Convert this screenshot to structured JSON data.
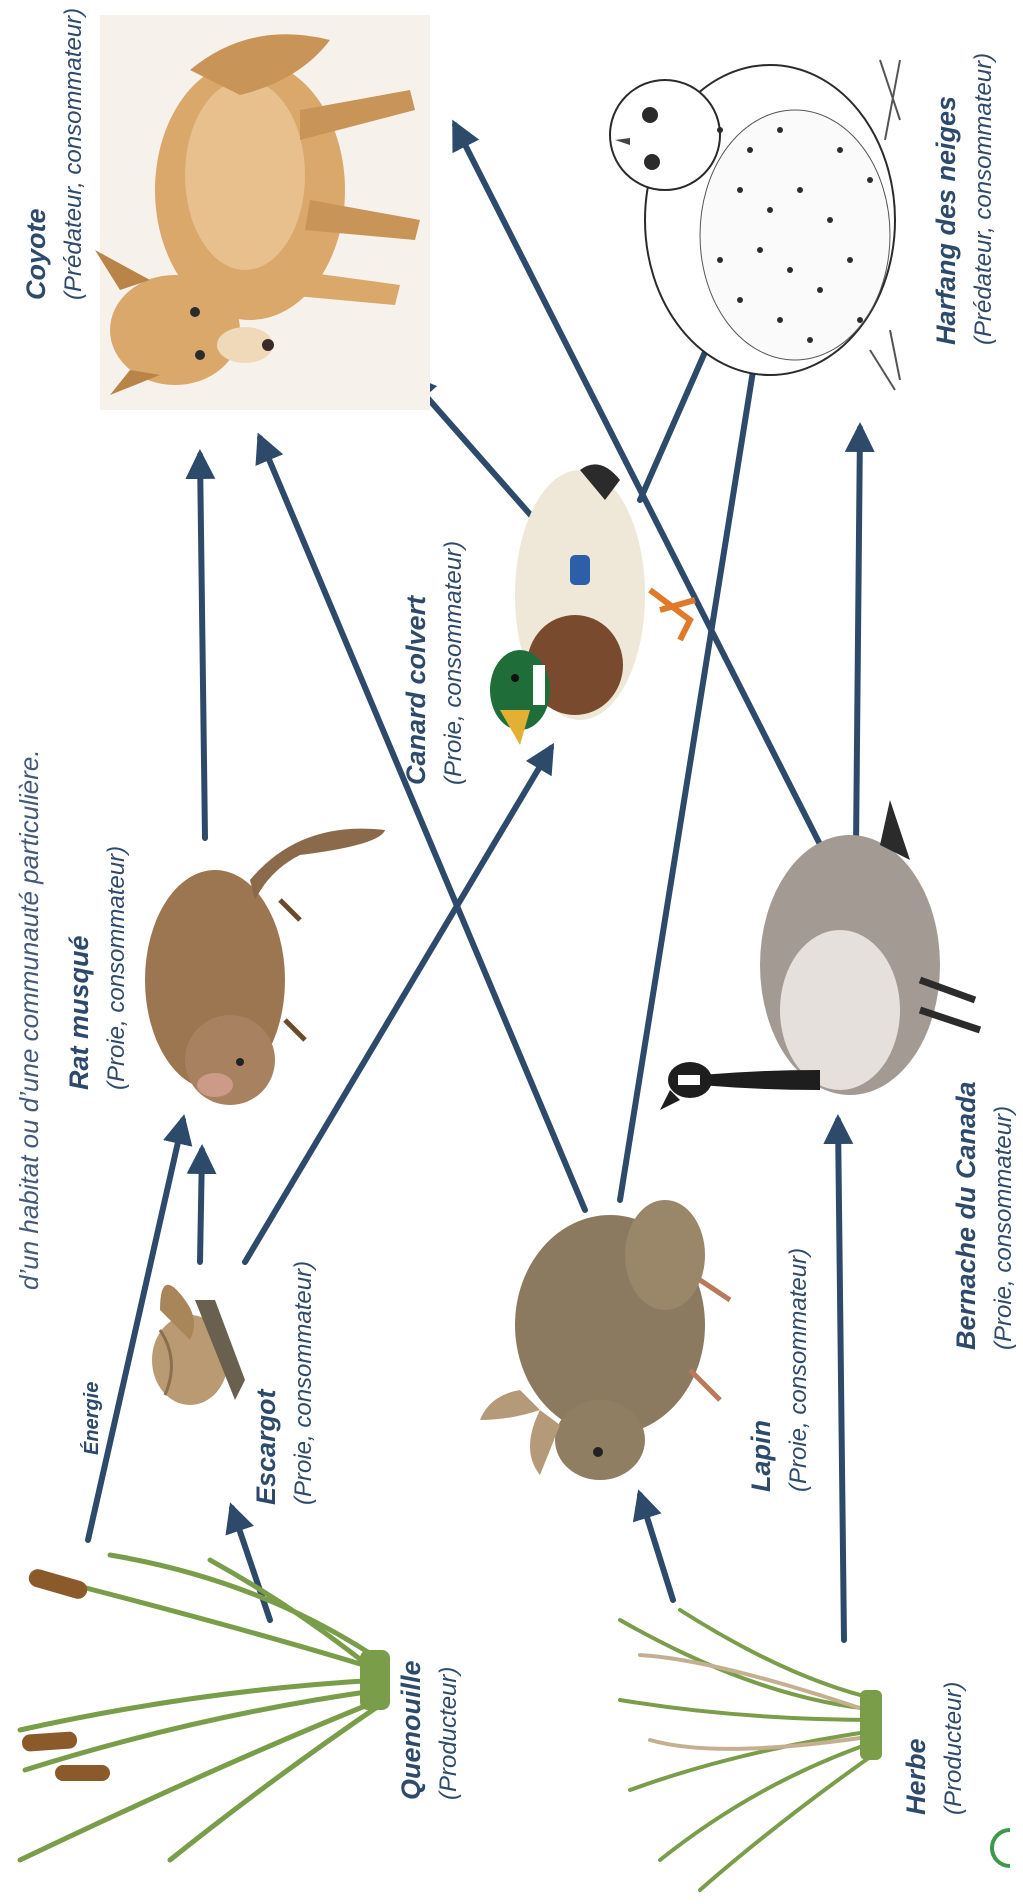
{
  "caption": "d’un habitat ou d’une communauté particulière.",
  "energy_label": "Énergie",
  "colors": {
    "arrow": "#2e4a6b",
    "label": "#2e4a6b",
    "caption": "#44597a",
    "plant_green": "#7a9d4a",
    "cattail_brown": "#8a5a2a"
  },
  "organisms": {
    "quenouille": {
      "name": "Quenouille",
      "role": "(Producteur)",
      "icon": "cattail-icon"
    },
    "herbe": {
      "name": "Herbe",
      "role": "(Producteur)",
      "icon": "grass-icon"
    },
    "escargot": {
      "name": "Escargot",
      "role": "(Proie, consommateur)",
      "icon": "snail-icon"
    },
    "lapin": {
      "name": "Lapin",
      "role": "(Proie, consommateur)",
      "icon": "rabbit-icon"
    },
    "rat": {
      "name": "Rat musqué",
      "role": "(Proie, consommateur)",
      "icon": "muskrat-icon"
    },
    "bernache": {
      "name": "Bernache du Canada",
      "role": "(Proie, consommateur)",
      "icon": "goose-icon"
    },
    "canard": {
      "name": "Canard colvert",
      "role": "(Proie, consommateur)",
      "icon": "duck-icon"
    },
    "coyote": {
      "name": "Coyote",
      "role": "(Prédateur, consommateur)",
      "icon": "coyote-icon"
    },
    "harfang": {
      "name": "Harfang des neiges",
      "role": "(Prédateur, consommateur)",
      "icon": "owl-icon"
    }
  },
  "edges": [
    {
      "from": "Quenouille",
      "to": "Rat musqué"
    },
    {
      "from": "Quenouille",
      "to": "Escargot"
    },
    {
      "from": "Escargot",
      "to": "Rat musqué"
    },
    {
      "from": "Escargot",
      "to": "Canard colvert"
    },
    {
      "from": "Herbe",
      "to": "Lapin"
    },
    {
      "from": "Herbe",
      "to": "Bernache du Canada"
    },
    {
      "from": "Rat musqué",
      "to": "Coyote"
    },
    {
      "from": "Lapin",
      "to": "Coyote"
    },
    {
      "from": "Lapin",
      "to": "Harfang des neiges"
    },
    {
      "from": "Canard colvert",
      "to": "Coyote"
    },
    {
      "from": "Canard colvert",
      "to": "Harfang des neiges"
    },
    {
      "from": "Bernache du Canada",
      "to": "Coyote"
    },
    {
      "from": "Bernache du Canada",
      "to": "Harfang des neiges"
    }
  ]
}
